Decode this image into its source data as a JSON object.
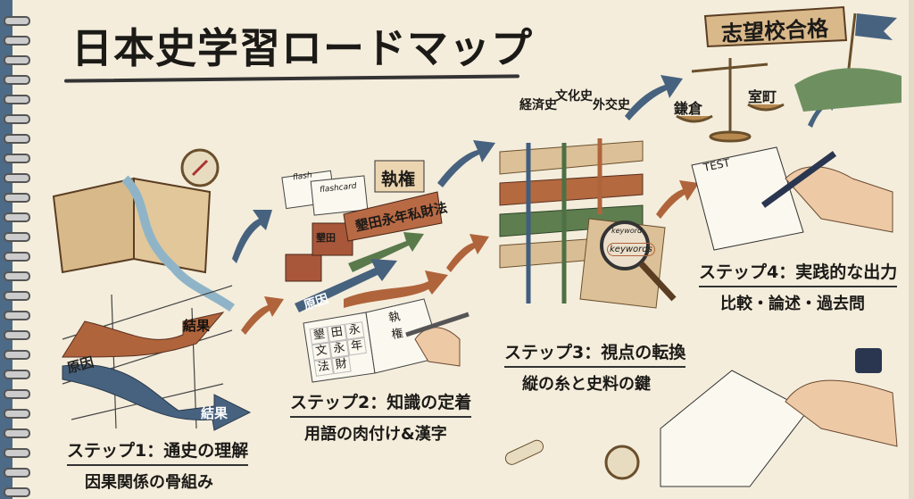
{
  "title": "日本史学習ロードマップ",
  "goal_banner": "志望校合格",
  "steps": [
    {
      "title": "ステップ1：通史の理解",
      "subtitle": "因果関係の骨組み"
    },
    {
      "title": "ステップ2：知識の定着",
      "subtitle": "用語の肉付け&漢字"
    },
    {
      "title": "ステップ3：視点の転換",
      "subtitle": "縦の糸と史料の鍵"
    },
    {
      "title": "ステップ4：実践的な出力",
      "subtitle": "比較・論述・過去問"
    }
  ],
  "step1_labels": {
    "cause": "原因",
    "effect_top": "結果",
    "effect_bottom": "結果"
  },
  "step2_labels": {
    "cause": "原因",
    "term_bubble": "執権",
    "brick_large": "墾田永年私財法",
    "brick_small": "墾田",
    "flashcard_1": "flash",
    "flashcard_2": "flashcard",
    "notebook_grid": [
      "墾",
      "田",
      "永",
      "文",
      "永",
      "年",
      "法",
      "財"
    ],
    "notebook_right": [
      "執",
      "権"
    ]
  },
  "step3_labels": {
    "threads": [
      "経済史",
      "文化史",
      "外交史"
    ],
    "magnifier_top": "keyword",
    "magnifier_main": "keywords"
  },
  "step4_labels": {
    "scale_left": "鎌倉",
    "scale_right": "室町",
    "test_paper": "TEST"
  },
  "colors": {
    "paper": "#f4eddc",
    "blue": "#46627f",
    "rust": "#b0643b",
    "green": "#5a7a4c"
  }
}
